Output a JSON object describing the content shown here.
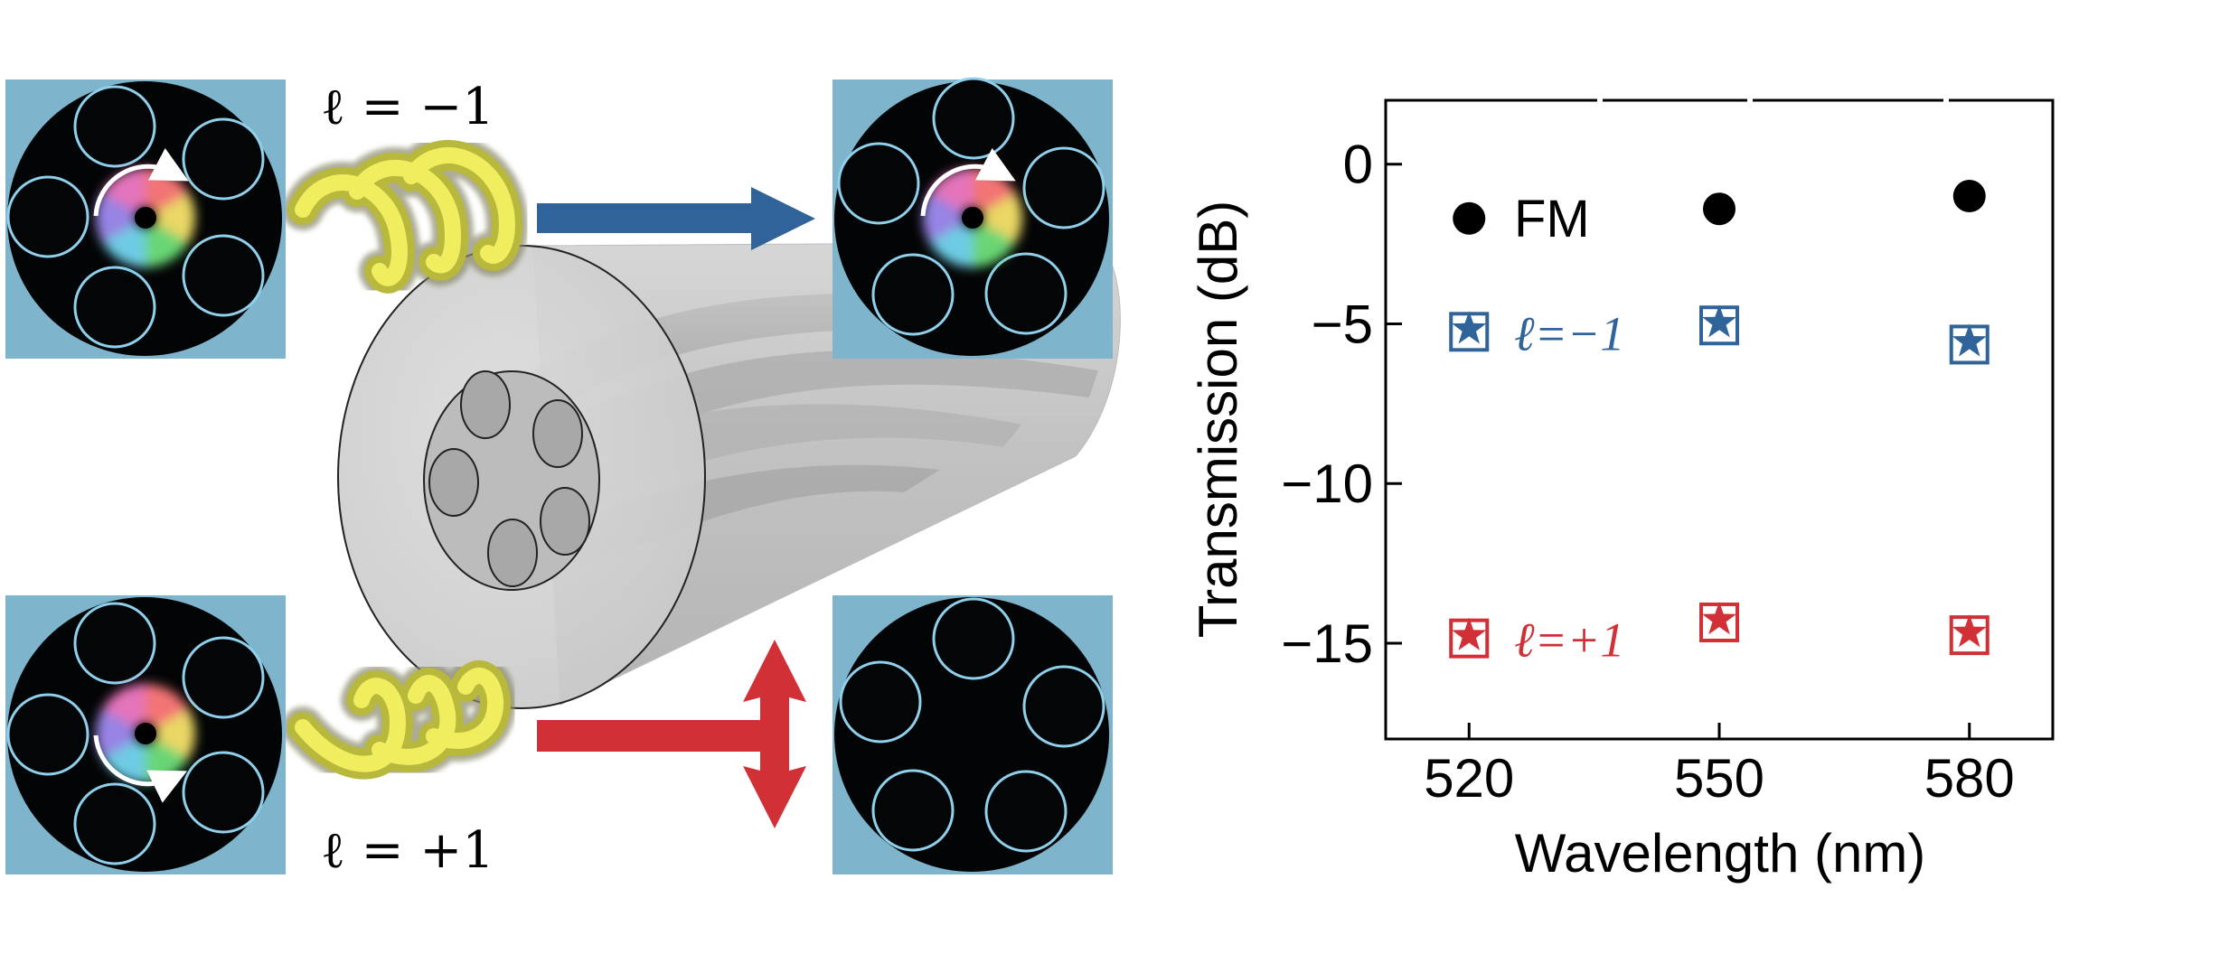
{
  "figure": {
    "panel_background_color": "#7fb4cd",
    "fiber_background_color": "#030405",
    "core_outline_color": "#8fd0ec",
    "beam_color": "#f0ee5e",
    "diagram": {
      "input_top_label": "ℓ = −1",
      "input_bottom_label": "ℓ = +1",
      "top_arrow_color": "#2f6399",
      "bottom_arrow_color": "#d13036",
      "top_arrow_meaning": "transmitted",
      "bottom_arrow_meaning": "blocked",
      "panels": [
        {
          "id": "input-l-minus-1",
          "mode": "vortex",
          "rotation": "counterclockwise-over-top"
        },
        {
          "id": "output-l-minus-1",
          "mode": "vortex",
          "rotation": "over-top"
        },
        {
          "id": "input-l-plus-1",
          "mode": "vortex",
          "rotation": "under-bottom"
        },
        {
          "id": "output-l-plus-1",
          "mode": "dark",
          "rotation": ""
        }
      ]
    }
  },
  "chart_data": {
    "type": "scatter",
    "title": "",
    "xlabel": "Wavelength (nm)",
    "ylabel": "Transmission (dB)",
    "xlim": [
      510,
      590
    ],
    "ylim": [
      -18,
      2
    ],
    "xticks": [
      520,
      550,
      580
    ],
    "xtick_labels": [
      "520",
      "550",
      "580"
    ],
    "yticks": [
      0,
      -5,
      -10,
      -15
    ],
    "ytick_labels": [
      "0",
      "−5",
      "−10",
      "−15"
    ],
    "grid": false,
    "x": [
      520,
      550,
      580
    ],
    "series": [
      {
        "name": "FM",
        "label": "FM",
        "label_style": "plain",
        "marker": "circle",
        "color": "#000000",
        "values": [
          -1.7,
          -1.4,
          -1.0
        ]
      },
      {
        "name": "l=-1",
        "label": "ℓ=−1",
        "label_style": "math",
        "marker": "boxed-star",
        "color": "#2f6399",
        "values": [
          -5.25,
          -5.05,
          -5.65
        ]
      },
      {
        "name": "l=+1",
        "label": "ℓ=+1",
        "label_style": "math",
        "marker": "boxed-star",
        "color": "#d13036",
        "values": [
          -14.85,
          -14.35,
          -14.75
        ]
      }
    ],
    "legend": "inline-left, next to first data point of each series"
  }
}
